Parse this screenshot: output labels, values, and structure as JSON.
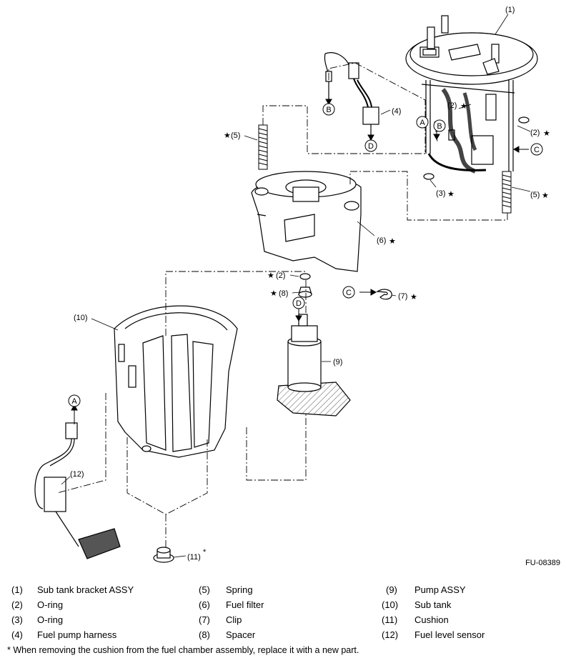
{
  "diagram": {
    "figure_id": "FU-08389",
    "callouts": {
      "c1": "(1)",
      "c2a": "(2)",
      "c2b": "(2)",
      "c2c": "(2)",
      "c3": "(3)",
      "c4": "(4)",
      "c5a": "(5)",
      "c5b": "(5)",
      "c6": "(6)",
      "c7": "(7)",
      "c8": "(8)",
      "c9": "(9)",
      "c10": "(10)",
      "c11": "(11)",
      "c11_mark": "*",
      "c12": "(12)"
    },
    "connectors": {
      "A": "A",
      "B": "B",
      "C": "C",
      "D": "D"
    },
    "star_symbol": "★"
  },
  "legend": [
    {
      "num": "(1)",
      "name": "Sub tank bracket ASSY"
    },
    {
      "num": "(2)",
      "name": "O-ring"
    },
    {
      "num": "(3)",
      "name": "O-ring"
    },
    {
      "num": "(4)",
      "name": "Fuel pump harness"
    },
    {
      "num": "(5)",
      "name": "Spring"
    },
    {
      "num": "(6)",
      "name": "Fuel filter"
    },
    {
      "num": "(7)",
      "name": "Clip"
    },
    {
      "num": "(8)",
      "name": "Spacer"
    },
    {
      "num": "(9)",
      "name": "Pump ASSY"
    },
    {
      "num": "(10)",
      "name": "Sub tank"
    },
    {
      "num": "(11)",
      "name": "Cushion"
    },
    {
      "num": "(12)",
      "name": "Fuel level sensor"
    }
  ],
  "footnote": "* When removing the cushion from the fuel chamber assembly, replace it with a new part."
}
